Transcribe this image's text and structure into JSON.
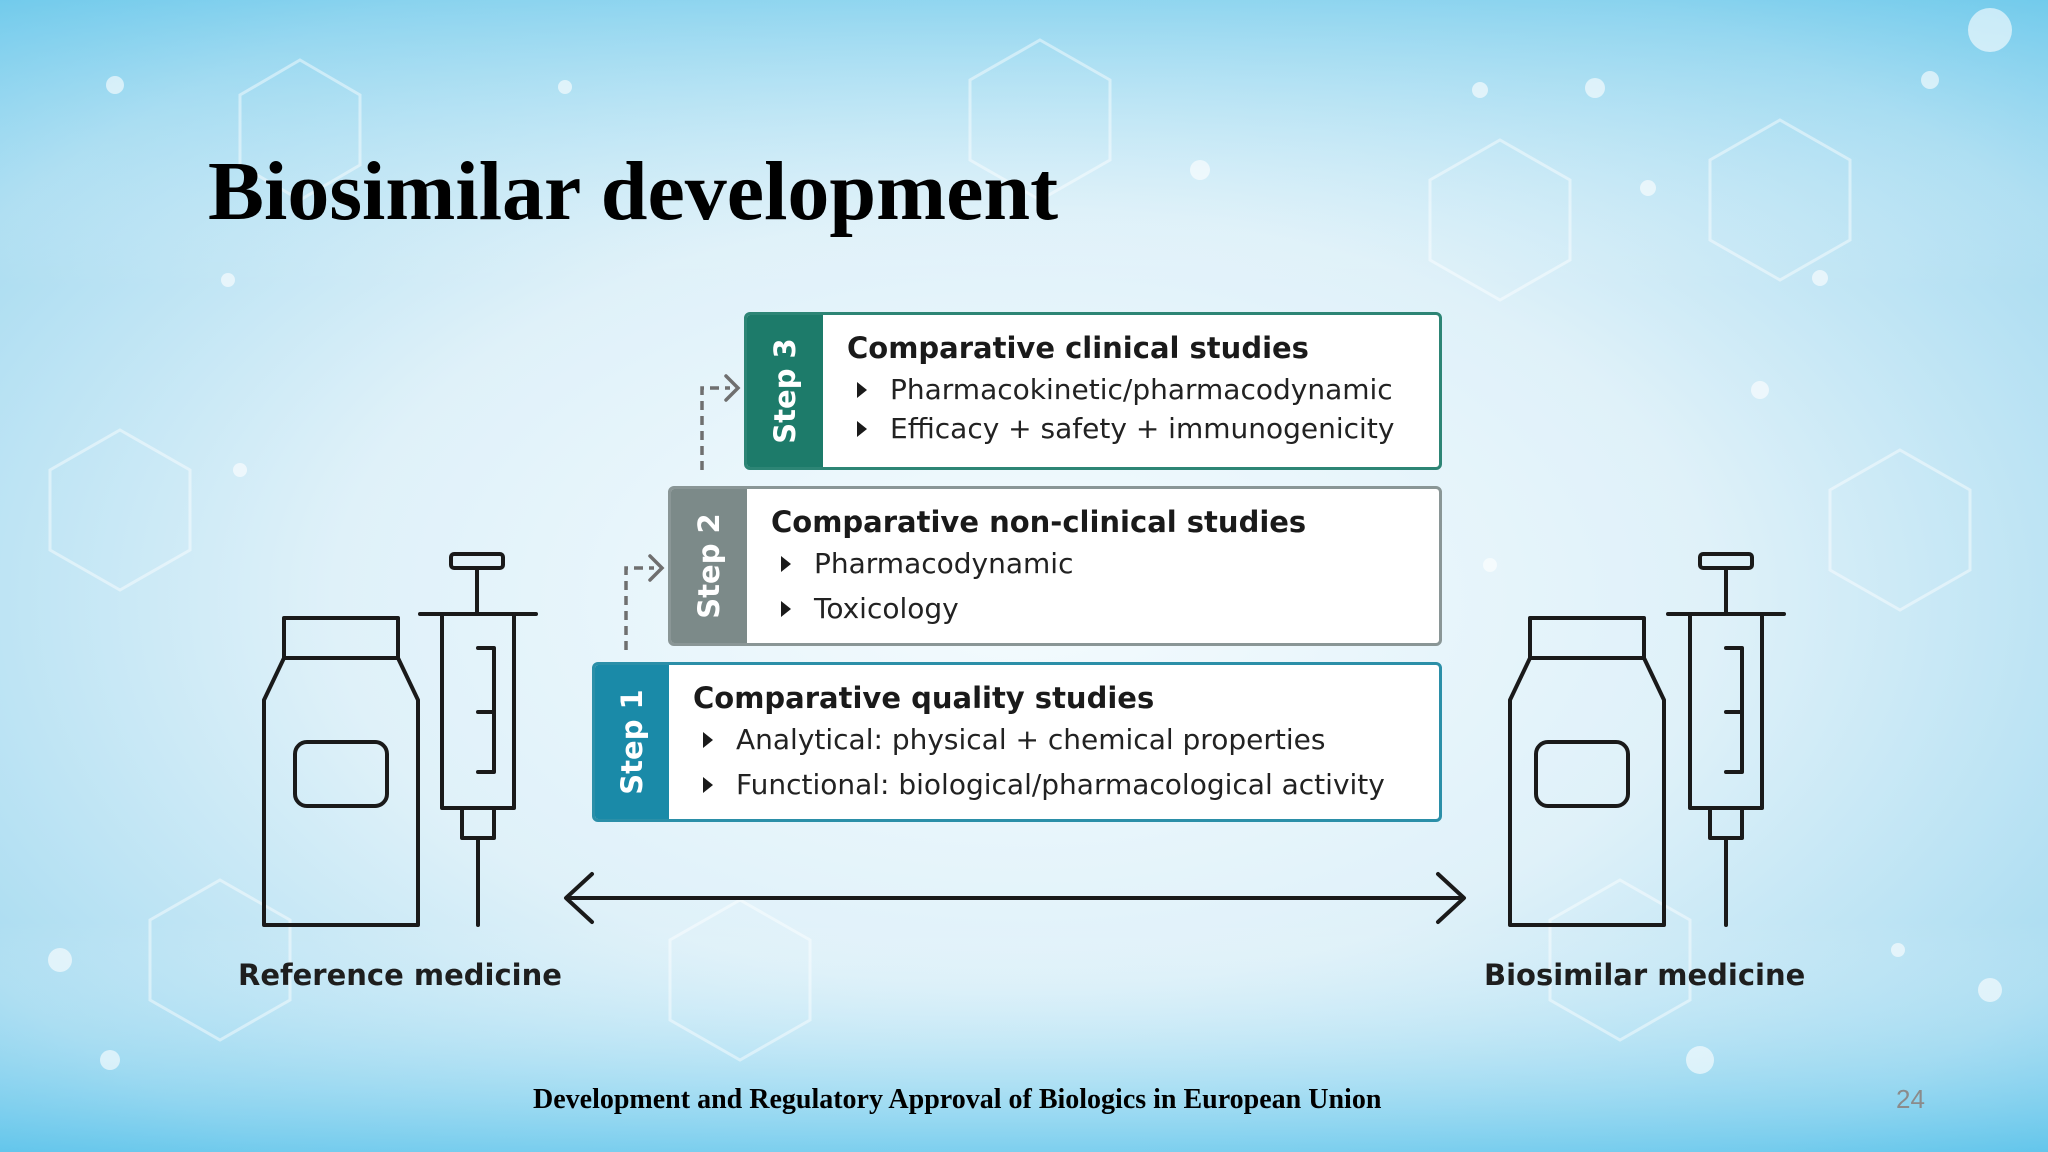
{
  "slide": {
    "title": "Biosimilar development",
    "footer": "Development and Regulatory Approval of Biologics in European Union",
    "page_number": "24"
  },
  "steps": [
    {
      "tab": "Step 3",
      "heading": "Comparative clinical studies",
      "bullets": [
        "Pharmacokinetic/pharmacodynamic",
        "Efficacy + safety + immunogenicity"
      ],
      "color": "#1d7b6a"
    },
    {
      "tab": "Step 2",
      "heading": "Comparative non-clinical studies",
      "bullets": [
        "Pharmacodynamic",
        "Toxicology"
      ],
      "color": "#7c8a89"
    },
    {
      "tab": "Step 1",
      "heading": "Comparative quality studies",
      "bullets": [
        "Analytical: physical + chemical properties",
        "Functional: biological/pharmacological activity"
      ],
      "color": "#1a8aa8"
    }
  ],
  "labels": {
    "reference": "Reference medicine",
    "biosimilar": "Biosimilar medicine"
  },
  "icons": [
    "vial-icon",
    "syringe-icon",
    "double-arrow-icon",
    "dashed-step-arrow-icon"
  ],
  "colors": {
    "background_light": "#e6f4fb",
    "background_dark": "#5cc4ec"
  }
}
